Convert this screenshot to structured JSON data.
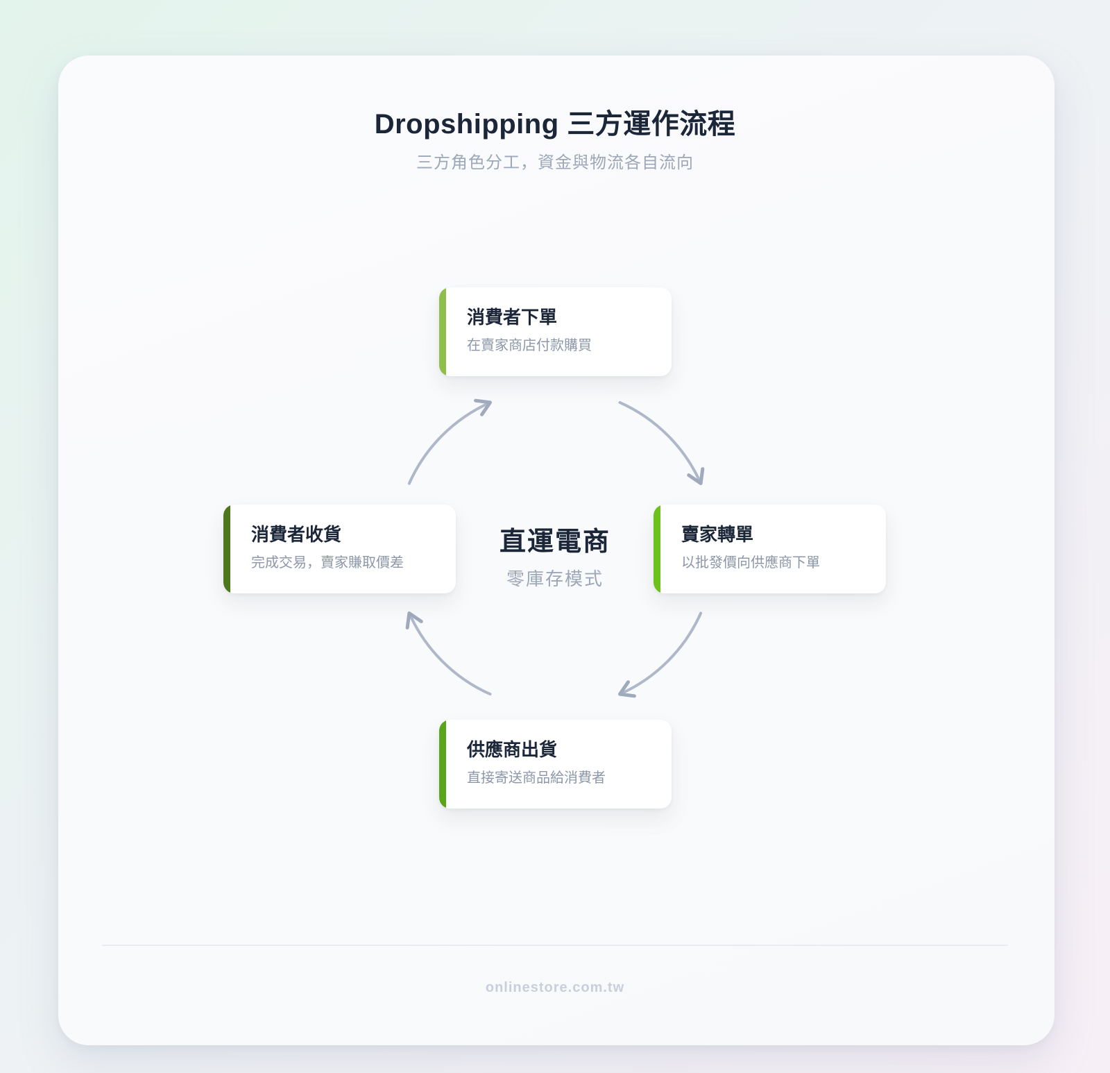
{
  "header": {
    "title": "Dropshipping 三方運作流程",
    "subtitle": "三方角色分工，資金與物流各自流向"
  },
  "center": {
    "title": "直運電商",
    "subtitle": "零庫存模式"
  },
  "steps": [
    {
      "position": "top",
      "title": "消費者下單",
      "desc": "在賣家商店付款購買",
      "accent": "#8FBE4B"
    },
    {
      "position": "right",
      "title": "賣家轉單",
      "desc": "以批發價向供應商下單",
      "accent": "#6CC21B"
    },
    {
      "position": "bottom",
      "title": "供應商出貨",
      "desc": "直接寄送商品給消費者",
      "accent": "#5AA51C"
    },
    {
      "position": "left",
      "title": "消費者收貨",
      "desc": "完成交易，賣家賺取價差",
      "accent": "#4C771C"
    }
  ],
  "footer": {
    "watermark": "onlinestore.com.tw"
  },
  "colors": {
    "arrow_line": "#AEB8C8",
    "arrow_head": "#9FAABD",
    "title_text": "#1B2638",
    "muted_text": "#9CA7B8",
    "bg_gradient_start": "#E3F4EC",
    "bg_gradient_end": "#F7EFF6"
  }
}
